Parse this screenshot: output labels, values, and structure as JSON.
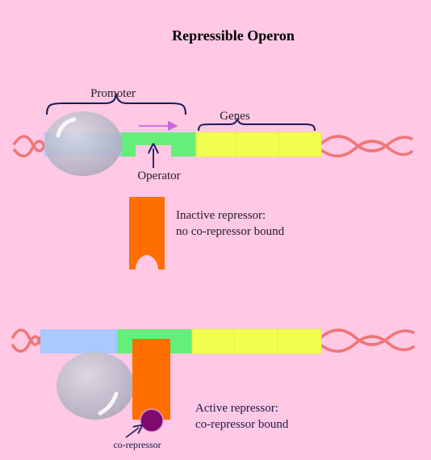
{
  "title": "Repressible Operon",
  "labels": {
    "promoter": "Promoter",
    "genes": "Genes",
    "operator": "Operator",
    "inactive_line1": "Inactive repressor:",
    "inactive_line2": "no co-repressor bound",
    "active_line1": "Active repressor:",
    "active_line2": "co-repressor bound",
    "corepressor": "co-repressor"
  },
  "colors": {
    "background": "#ffc8e4",
    "promoter_region": "#a9c9ff",
    "operator_region": "#66ee7a",
    "genes_region": "#f2ff52",
    "dna_strand": "#ee7777",
    "repressor": "#ff6e00",
    "polymerase": "#b8b8c8",
    "corepressor": "#7d0a6c",
    "arrow_pink": "#cc66dd",
    "arrow_navy": "#1a1a5a"
  }
}
